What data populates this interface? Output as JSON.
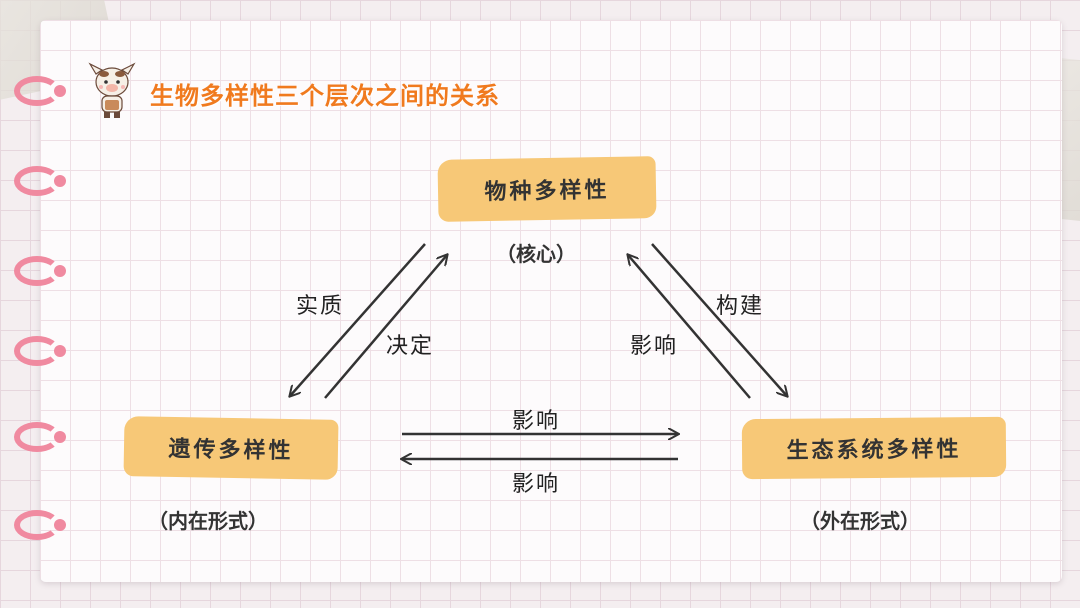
{
  "title": "生物多样性三个层次之间的关系",
  "colors": {
    "title": "#f07a1e",
    "node": "#f7c877",
    "ring": "#f08aa0",
    "arrow": "#333333"
  },
  "nodes": {
    "top": {
      "label": "物种多样性",
      "sub": "（核心）"
    },
    "left": {
      "label": "遗传多样性",
      "sub": "（内在形式）"
    },
    "right": {
      "label": "生态系统多样性",
      "sub": "（外在形式）"
    }
  },
  "edges": {
    "left_top_down": "实质",
    "left_top_up": "决定",
    "right_top_up": "影响",
    "right_top_down": "构建",
    "bottom_right": "影响",
    "bottom_left": "影响"
  }
}
